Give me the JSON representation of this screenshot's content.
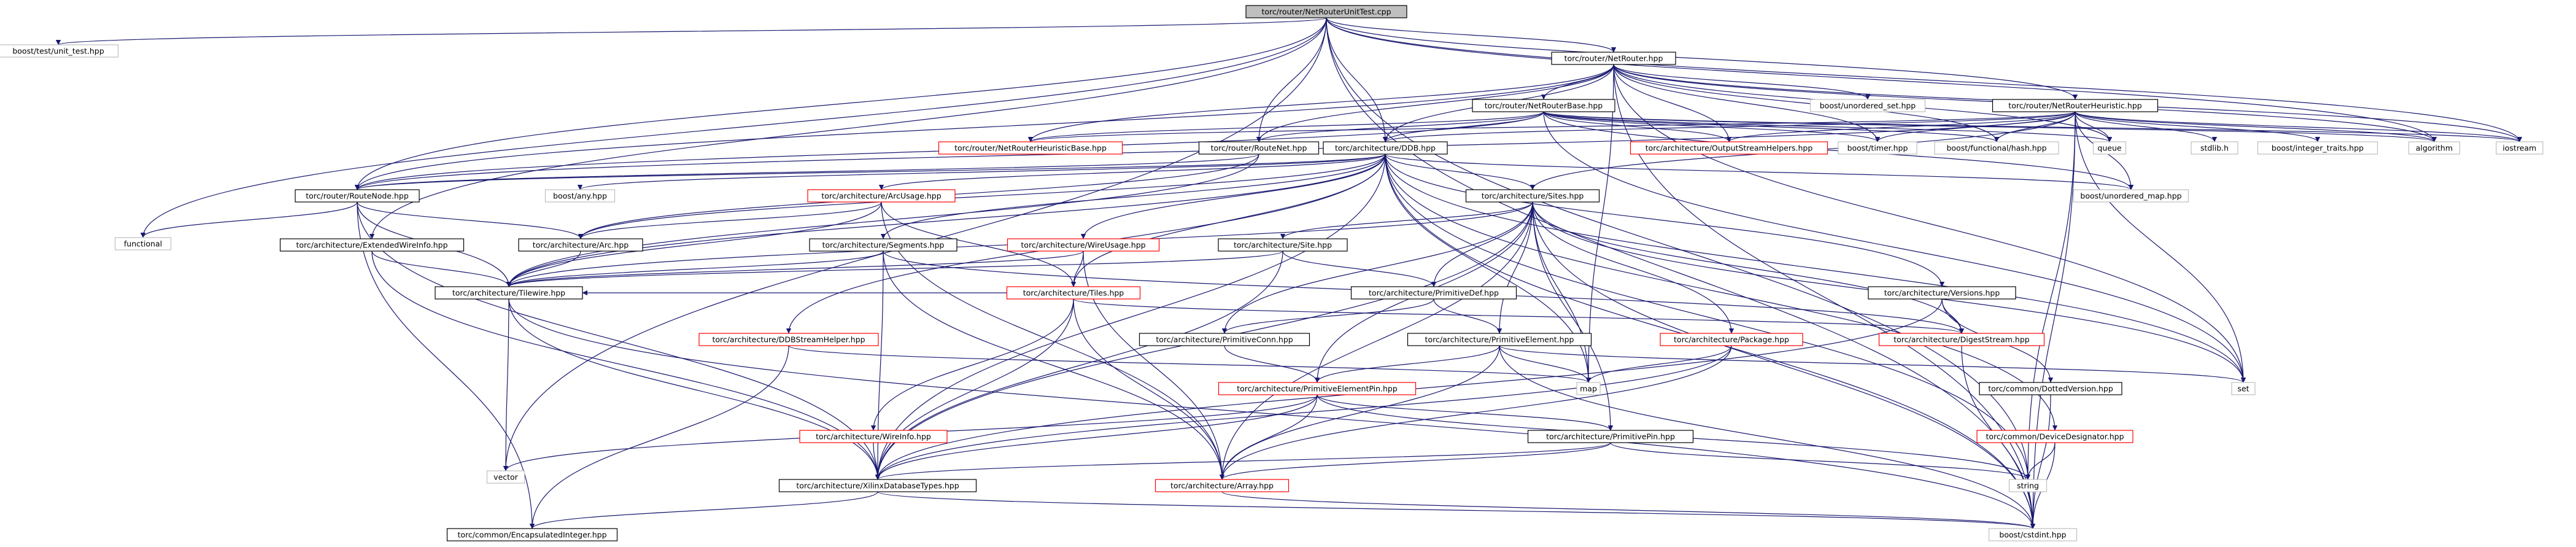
{
  "colors": {
    "root_fill": "#bfbfbf",
    "edge": "#191970",
    "text": "#000000",
    "border_documented": "#000000",
    "border_undocumented": "#bfbfbf",
    "border_truncated": "#ff0000"
  },
  "nodes": [
    {
      "id": "root",
      "label": "torc/router/NetRouterUnitTest.cpp",
      "style": "root"
    },
    {
      "id": "unit_test",
      "label": "boost/test/unit_test.hpp",
      "style": "undocumented"
    },
    {
      "id": "functional",
      "label": "functional",
      "style": "undocumented"
    },
    {
      "id": "vector",
      "label": "vector",
      "style": "undocumented"
    },
    {
      "id": "ExtendedWireInfo",
      "label": "torc/architecture/ExtendedWireInfo.hpp",
      "style": "documented"
    },
    {
      "id": "RouteNode",
      "label": "torc/router/RouteNode.hpp",
      "style": "documented"
    },
    {
      "id": "RouteNet",
      "label": "torc/router/RouteNet.hpp",
      "style": "documented"
    },
    {
      "id": "DDB",
      "label": "torc/architecture/DDB.hpp",
      "style": "documented"
    },
    {
      "id": "NetRouter",
      "label": "torc/router/NetRouter.hpp",
      "style": "documented"
    },
    {
      "id": "NetRouterBase",
      "label": "torc/router/NetRouterBase.hpp",
      "style": "documented"
    },
    {
      "id": "NetRouterHeuristic",
      "label": "torc/router/NetRouterHeuristic.hpp",
      "style": "documented"
    },
    {
      "id": "NetRouterHeuristicBase",
      "label": "torc/router/NetRouterHeuristicBase.hpp",
      "style": "truncated"
    },
    {
      "id": "OutputStreamHelpers",
      "label": "torc/architecture/OutputStreamHelpers.hpp",
      "style": "truncated"
    },
    {
      "id": "timer",
      "label": "boost/timer.hpp",
      "style": "undocumented"
    },
    {
      "id": "functional_hash",
      "label": "boost/functional/hash.hpp",
      "style": "undocumented"
    },
    {
      "id": "queue",
      "label": "queue",
      "style": "undocumented"
    },
    {
      "id": "algorithm",
      "label": "algorithm",
      "style": "undocumented"
    },
    {
      "id": "iostream",
      "label": "iostream",
      "style": "undocumented"
    },
    {
      "id": "stdlib",
      "label": "stdlib.h",
      "style": "undocumented"
    },
    {
      "id": "integer_traits",
      "label": "boost/integer_traits.hpp",
      "style": "undocumented"
    },
    {
      "id": "unordered_set",
      "label": "boost/unordered_set.hpp",
      "style": "undocumented"
    },
    {
      "id": "unordered_map",
      "label": "boost/unordered_map.hpp",
      "style": "undocumented"
    },
    {
      "id": "any",
      "label": "boost/any.hpp",
      "style": "undocumented"
    },
    {
      "id": "ArcUsage",
      "label": "torc/architecture/ArcUsage.hpp",
      "style": "truncated"
    },
    {
      "id": "Sites",
      "label": "torc/architecture/Sites.hpp",
      "style": "documented"
    },
    {
      "id": "Arc",
      "label": "torc/architecture/Arc.hpp",
      "style": "documented"
    },
    {
      "id": "Segments",
      "label": "torc/architecture/Segments.hpp",
      "style": "documented"
    },
    {
      "id": "WireUsage",
      "label": "torc/architecture/WireUsage.hpp",
      "style": "truncated"
    },
    {
      "id": "Site",
      "label": "torc/architecture/Site.hpp",
      "style": "documented"
    },
    {
      "id": "Tilewire",
      "label": "torc/architecture/Tilewire.hpp",
      "style": "documented"
    },
    {
      "id": "Tiles",
      "label": "torc/architecture/Tiles.hpp",
      "style": "truncated"
    },
    {
      "id": "PrimitiveDef",
      "label": "torc/architecture/PrimitiveDef.hpp",
      "style": "documented"
    },
    {
      "id": "Versions",
      "label": "torc/architecture/Versions.hpp",
      "style": "documented"
    },
    {
      "id": "DDBStreamHelper",
      "label": "torc/architecture/DDBStreamHelper.hpp",
      "style": "truncated"
    },
    {
      "id": "PrimitiveConn",
      "label": "torc/architecture/PrimitiveConn.hpp",
      "style": "documented"
    },
    {
      "id": "PrimitiveElement",
      "label": "torc/architecture/PrimitiveElement.hpp",
      "style": "documented"
    },
    {
      "id": "Package",
      "label": "torc/architecture/Package.hpp",
      "style": "truncated"
    },
    {
      "id": "DigestStream",
      "label": "torc/architecture/DigestStream.hpp",
      "style": "truncated"
    },
    {
      "id": "map",
      "label": "map",
      "style": "undocumented"
    },
    {
      "id": "set",
      "label": "set",
      "style": "undocumented"
    },
    {
      "id": "DottedVersion",
      "label": "torc/common/DottedVersion.hpp",
      "style": "documented"
    },
    {
      "id": "PrimitiveElementPin",
      "label": "torc/architecture/PrimitiveElementPin.hpp",
      "style": "truncated"
    },
    {
      "id": "PrimitivePin",
      "label": "torc/architecture/PrimitivePin.hpp",
      "style": "documented"
    },
    {
      "id": "DeviceDesignator",
      "label": "torc/common/DeviceDesignator.hpp",
      "style": "truncated"
    },
    {
      "id": "WireInfo",
      "label": "torc/architecture/WireInfo.hpp",
      "style": "truncated"
    },
    {
      "id": "XilinxDatabaseTypes",
      "label": "torc/architecture/XilinxDatabaseTypes.hpp",
      "style": "documented"
    },
    {
      "id": "Array",
      "label": "torc/architecture/Array.hpp",
      "style": "truncated"
    },
    {
      "id": "string",
      "label": "string",
      "style": "undocumented"
    },
    {
      "id": "EncapsulatedInteger",
      "label": "torc/common/EncapsulatedInteger.hpp",
      "style": "documented"
    },
    {
      "id": "cstdint",
      "label": "boost/cstdint.hpp",
      "style": "undocumented"
    }
  ],
  "edges": [
    [
      "root",
      "unit_test"
    ],
    [
      "root",
      "functional"
    ],
    [
      "root",
      "vector"
    ],
    [
      "root",
      "ExtendedWireInfo"
    ],
    [
      "root",
      "RouteNode"
    ],
    [
      "root",
      "RouteNet"
    ],
    [
      "root",
      "DDB"
    ],
    [
      "root",
      "NetRouter"
    ],
    [
      "root",
      "NetRouterHeuristic"
    ],
    [
      "root",
      "iostream"
    ],
    [
      "root",
      "algorithm"
    ],
    [
      "root",
      "string"
    ],
    [
      "root",
      "cstdint"
    ],
    [
      "NetRouter",
      "NetRouterBase"
    ],
    [
      "NetRouter",
      "NetRouterHeuristicBase"
    ],
    [
      "NetRouter",
      "RouteNet"
    ],
    [
      "NetRouter",
      "DDB"
    ],
    [
      "NetRouter",
      "OutputStreamHelpers"
    ],
    [
      "NetRouter",
      "timer"
    ],
    [
      "NetRouter",
      "functional_hash"
    ],
    [
      "NetRouter",
      "queue"
    ],
    [
      "NetRouter",
      "unordered_set"
    ],
    [
      "NetRouter",
      "algorithm"
    ],
    [
      "NetRouter",
      "iostream"
    ],
    [
      "NetRouter",
      "cstdint"
    ],
    [
      "NetRouter",
      "RouteNode"
    ],
    [
      "NetRouter",
      "map"
    ],
    [
      "NetRouter",
      "set"
    ],
    [
      "NetRouterBase",
      "NetRouterHeuristicBase"
    ],
    [
      "NetRouterBase",
      "RouteNet"
    ],
    [
      "NetRouterBase",
      "DDB"
    ],
    [
      "NetRouterBase",
      "OutputStreamHelpers"
    ],
    [
      "NetRouterBase",
      "timer"
    ],
    [
      "NetRouterBase",
      "functional_hash"
    ],
    [
      "NetRouterBase",
      "queue"
    ],
    [
      "NetRouterBase",
      "algorithm"
    ],
    [
      "NetRouterBase",
      "iostream"
    ],
    [
      "NetRouterBase",
      "RouteNode"
    ],
    [
      "NetRouterBase",
      "unordered_map"
    ],
    [
      "NetRouterBase",
      "set"
    ],
    [
      "NetRouterHeuristic",
      "NetRouterHeuristicBase"
    ],
    [
      "NetRouterHeuristic",
      "DDB"
    ],
    [
      "NetRouterHeuristic",
      "OutputStreamHelpers"
    ],
    [
      "NetRouterHeuristic",
      "timer"
    ],
    [
      "NetRouterHeuristic",
      "functional_hash"
    ],
    [
      "NetRouterHeuristic",
      "queue"
    ],
    [
      "NetRouterHeuristic",
      "stdlib"
    ],
    [
      "NetRouterHeuristic",
      "integer_traits"
    ],
    [
      "NetRouterHeuristic",
      "algorithm"
    ],
    [
      "NetRouterHeuristic",
      "iostream"
    ],
    [
      "NetRouterHeuristic",
      "unordered_map"
    ],
    [
      "NetRouterHeuristic",
      "RouteNode"
    ],
    [
      "NetRouterHeuristic",
      "set"
    ],
    [
      "NetRouterHeuristic",
      "cstdint"
    ],
    [
      "NetRouterHeuristic",
      "string"
    ],
    [
      "NetRouterHeuristic",
      "Sites"
    ],
    [
      "RouteNet",
      "RouteNode"
    ],
    [
      "RouteNet",
      "Arc"
    ],
    [
      "RouteNet",
      "Tilewire"
    ],
    [
      "DDB",
      "RouteNode"
    ],
    [
      "DDB",
      "any"
    ],
    [
      "DDB",
      "unordered_map"
    ],
    [
      "DDB",
      "ArcUsage"
    ],
    [
      "DDB",
      "Sites"
    ],
    [
      "DDB",
      "Arc"
    ],
    [
      "DDB",
      "Segments"
    ],
    [
      "DDB",
      "WireUsage"
    ],
    [
      "DDB",
      "Tilewire"
    ],
    [
      "DDB",
      "Tiles"
    ],
    [
      "DDB",
      "Versions"
    ],
    [
      "DDB",
      "DDBStreamHelper"
    ],
    [
      "DDB",
      "map"
    ],
    [
      "DDB",
      "set"
    ],
    [
      "DDB",
      "string"
    ],
    [
      "DDB",
      "cstdint"
    ],
    [
      "DDB",
      "XilinxDatabaseTypes"
    ],
    [
      "RouteNode",
      "functional"
    ],
    [
      "RouteNode",
      "Arc"
    ],
    [
      "RouteNode",
      "Tilewire"
    ],
    [
      "RouteNode",
      "XilinxDatabaseTypes"
    ],
    [
      "RouteNode",
      "EncapsulatedInteger"
    ],
    [
      "ExtendedWireInfo",
      "Tilewire"
    ],
    [
      "ExtendedWireInfo",
      "XilinxDatabaseTypes"
    ],
    [
      "ArcUsage",
      "Arc"
    ],
    [
      "ArcUsage",
      "Tilewire"
    ],
    [
      "ArcUsage",
      "Tiles"
    ],
    [
      "ArcUsage",
      "Array"
    ],
    [
      "Arc",
      "Tilewire"
    ],
    [
      "Segments",
      "Tilewire"
    ],
    [
      "Segments",
      "XilinxDatabaseTypes"
    ],
    [
      "Segments",
      "Array"
    ],
    [
      "Segments",
      "DigestStream"
    ],
    [
      "WireUsage",
      "Tilewire"
    ],
    [
      "WireUsage",
      "Tiles"
    ],
    [
      "WireUsage",
      "Array"
    ],
    [
      "Sites",
      "Site"
    ],
    [
      "Sites",
      "PrimitiveDef"
    ],
    [
      "Sites",
      "PrimitiveConn"
    ],
    [
      "Sites",
      "PrimitiveElement"
    ],
    [
      "Sites",
      "PrimitiveElementPin"
    ],
    [
      "Sites",
      "PrimitivePin"
    ],
    [
      "Sites",
      "Package"
    ],
    [
      "Sites",
      "DigestStream"
    ],
    [
      "Sites",
      "Array"
    ],
    [
      "Sites",
      "map"
    ],
    [
      "Sites",
      "set"
    ],
    [
      "Sites",
      "cstdint"
    ],
    [
      "Sites",
      "XilinxDatabaseTypes"
    ],
    [
      "Sites",
      "Tilewire"
    ],
    [
      "Site",
      "PrimitiveDef"
    ],
    [
      "Site",
      "Tilewire"
    ],
    [
      "Site",
      "XilinxDatabaseTypes"
    ],
    [
      "Tiles",
      "Tilewire"
    ],
    [
      "Tiles",
      "WireInfo"
    ],
    [
      "Tiles",
      "XilinxDatabaseTypes"
    ],
    [
      "Tiles",
      "Array"
    ],
    [
      "Tiles",
      "DigestStream"
    ],
    [
      "PrimitiveDef",
      "PrimitiveConn"
    ],
    [
      "PrimitiveDef",
      "PrimitiveElement"
    ],
    [
      "PrimitiveConn",
      "PrimitiveElementPin"
    ],
    [
      "PrimitiveElement",
      "PrimitiveElementPin"
    ],
    [
      "PrimitiveElement",
      "map"
    ],
    [
      "PrimitiveElement",
      "set"
    ],
    [
      "PrimitiveElement",
      "Array"
    ],
    [
      "PrimitiveElement",
      "cstdint"
    ],
    [
      "Versions",
      "DigestStream"
    ],
    [
      "Versions",
      "DottedVersion"
    ],
    [
      "Versions",
      "XilinxDatabaseTypes"
    ],
    [
      "DDBStreamHelper",
      "map"
    ],
    [
      "DDBStreamHelper",
      "EncapsulatedInteger"
    ],
    [
      "Package",
      "map"
    ],
    [
      "Package",
      "XilinxDatabaseTypes"
    ],
    [
      "Package",
      "Array"
    ],
    [
      "DigestStream",
      "cstdint"
    ],
    [
      "DottedVersion",
      "cstdint"
    ],
    [
      "DeviceDesignator",
      "string"
    ],
    [
      "DeviceDesignator",
      "cstdint"
    ],
    [
      "PrimitiveElementPin",
      "vector"
    ],
    [
      "PrimitiveElementPin",
      "PrimitivePin"
    ],
    [
      "PrimitiveElementPin",
      "XilinxDatabaseTypes"
    ],
    [
      "PrimitiveElementPin",
      "Array"
    ],
    [
      "PrimitiveElementPin",
      "string"
    ],
    [
      "PrimitivePin",
      "XilinxDatabaseTypes"
    ],
    [
      "PrimitivePin",
      "Array"
    ],
    [
      "PrimitivePin",
      "string"
    ],
    [
      "WireInfo",
      "XilinxDatabaseTypes"
    ],
    [
      "XilinxDatabaseTypes",
      "EncapsulatedInteger"
    ],
    [
      "XilinxDatabaseTypes",
      "cstdint"
    ],
    [
      "Array",
      "cstdint"
    ],
    [
      "Tilewire",
      "vector"
    ],
    [
      "Tilewire",
      "XilinxDatabaseTypes"
    ],
    [
      "Tilewire",
      "cstdint"
    ],
    [
      "DDB",
      "DeviceDesignator"
    ]
  ]
}
